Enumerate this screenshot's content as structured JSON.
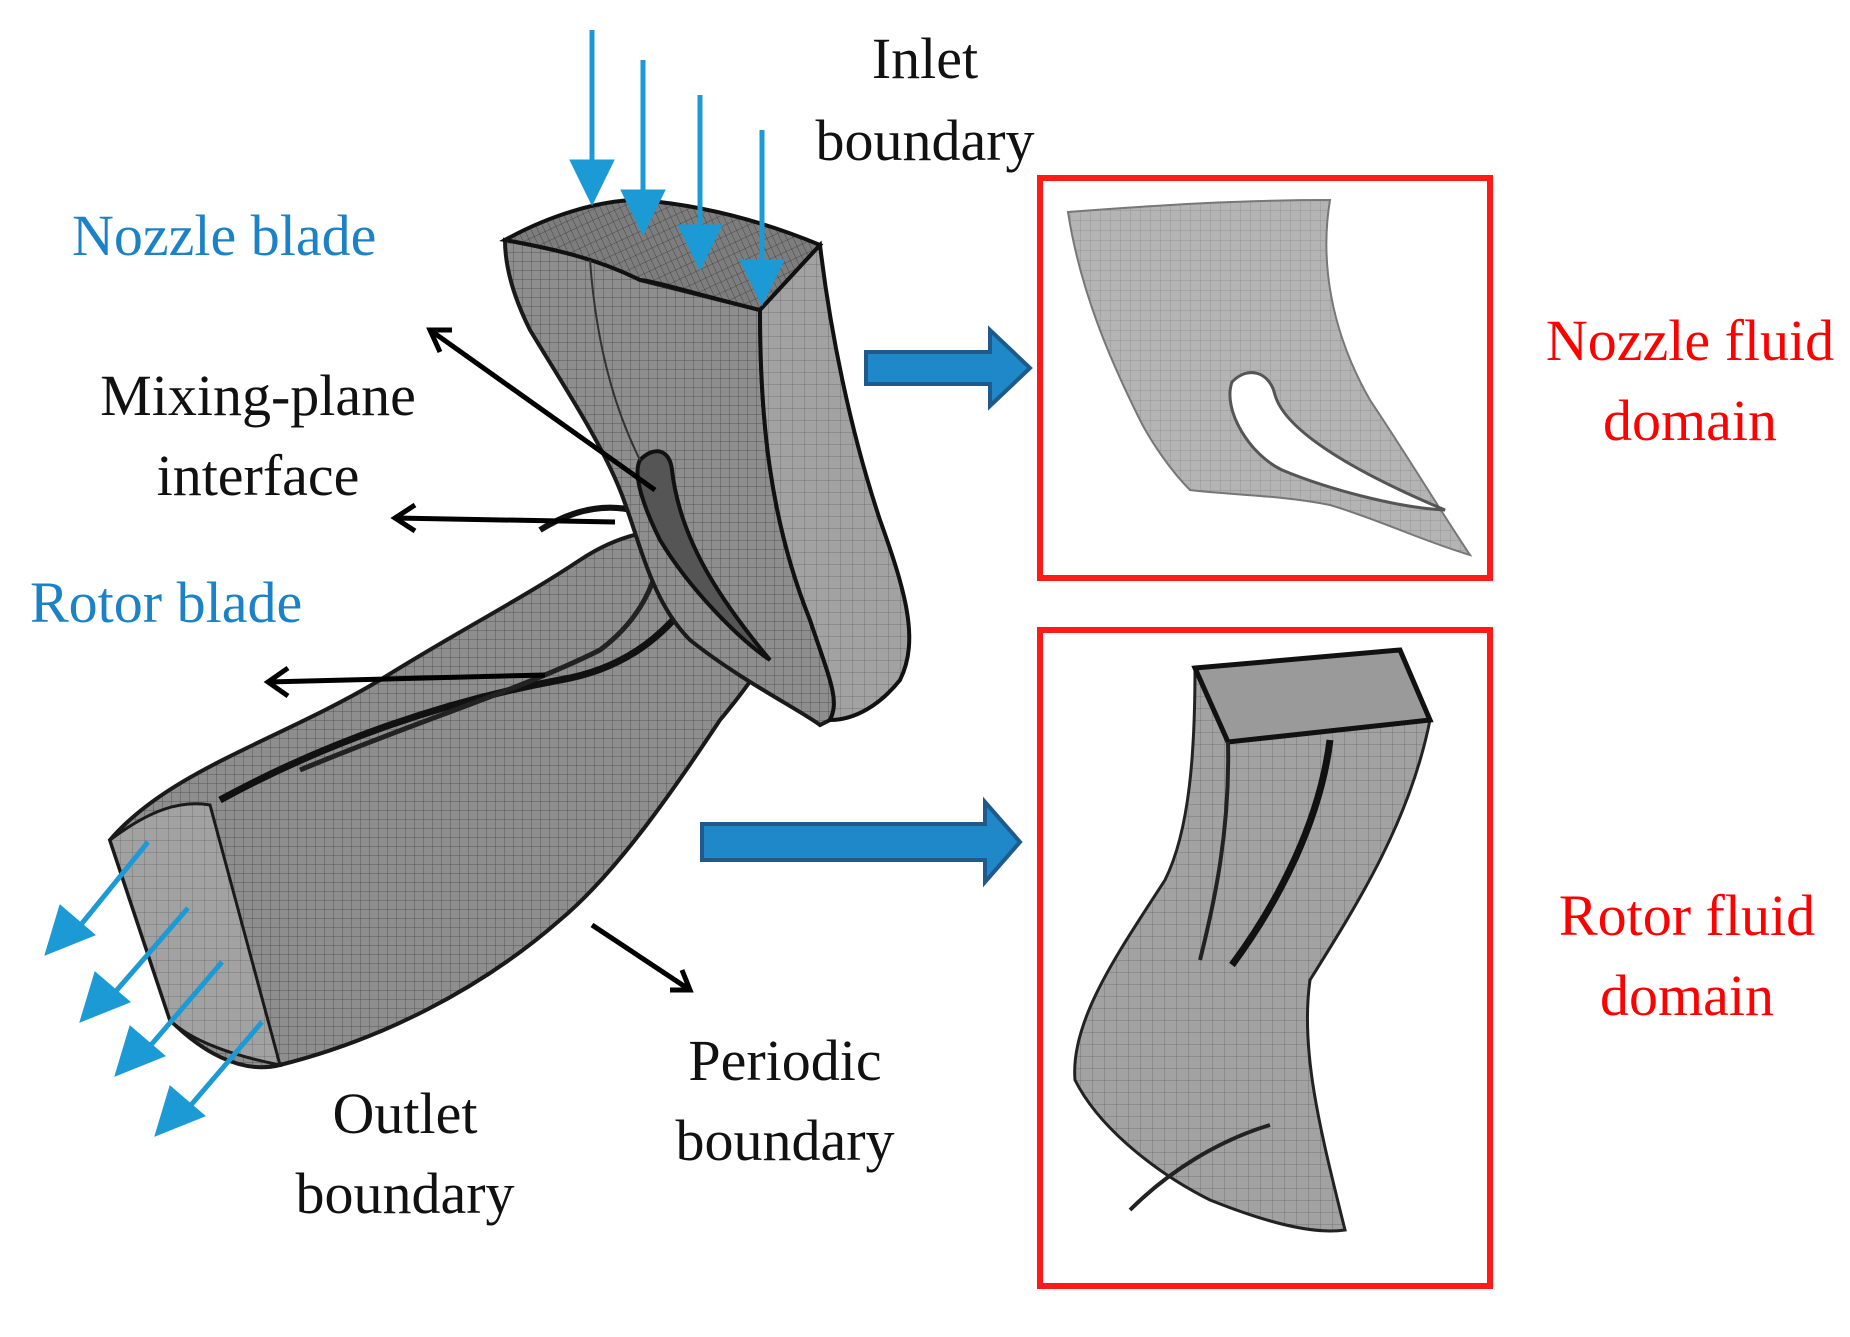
{
  "labels": {
    "inlet_line1": "Inlet",
    "inlet_line2": "boundary",
    "nozzle_blade": "Nozzle blade",
    "mixing_line1": "Mixing-plane",
    "mixing_line2": "interface",
    "rotor_blade": "Rotor blade",
    "periodic_line1": "Periodic",
    "periodic_line2": "boundary",
    "outlet_line1": "Outlet",
    "outlet_line2": "boundary",
    "nozzle_domain_line1": "Nozzle fluid",
    "nozzle_domain_line2": "domain",
    "rotor_domain_line1": "Rotor fluid",
    "rotor_domain_line2": "domain"
  },
  "colors": {
    "blue_label": "#1c82c8",
    "red_label": "#ff0000",
    "arrow_blue": "#1c9ad6",
    "block_arrow_fill": "#1e88c8",
    "block_arrow_stroke": "#1f5a8c",
    "mesh_gray": "#8a8a8a",
    "frame_red": "#ff1a1a"
  },
  "icons": {
    "inlet_arrows": "arrow-down-icon",
    "outlet_arrows": "arrow-down-left-icon",
    "transfer_arrows": "block-arrow-right-icon",
    "pointer_arrows": "arrow-icon"
  }
}
